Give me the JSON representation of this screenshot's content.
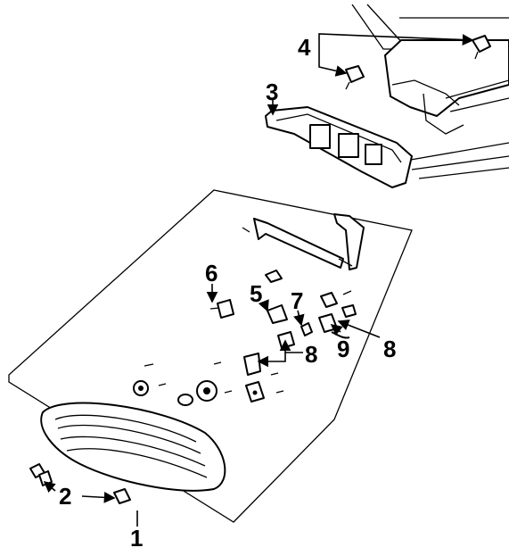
{
  "diagram": {
    "callouts": {
      "c1": "1",
      "c2": "2",
      "c3": "3",
      "c4": "4",
      "c5": "5",
      "c6": "6",
      "c7": "7",
      "c8a": "8",
      "c8b": "8",
      "c9": "9"
    }
  }
}
